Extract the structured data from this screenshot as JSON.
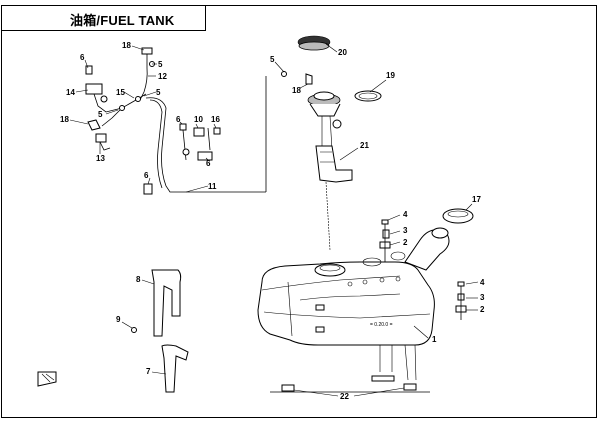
{
  "header": {
    "title": "油箱/FUEL TANK"
  },
  "callouts": [
    {
      "id": "c18a",
      "text": "18"
    },
    {
      "id": "c5a",
      "text": "5"
    },
    {
      "id": "c12",
      "text": "12"
    },
    {
      "id": "c6a",
      "text": "6"
    },
    {
      "id": "c14",
      "text": "14"
    },
    {
      "id": "c15",
      "text": "15"
    },
    {
      "id": "c5b",
      "text": "5"
    },
    {
      "id": "c5c",
      "text": "5"
    },
    {
      "id": "c18b",
      "text": "18"
    },
    {
      "id": "c13",
      "text": "13"
    },
    {
      "id": "c10",
      "text": "10"
    },
    {
      "id": "c16",
      "text": "16"
    },
    {
      "id": "c6b",
      "text": "6"
    },
    {
      "id": "c6c",
      "text": "6"
    },
    {
      "id": "c6d",
      "text": "6"
    },
    {
      "id": "c11",
      "text": "11"
    },
    {
      "id": "c5d",
      "text": "5"
    },
    {
      "id": "c20",
      "text": "20"
    },
    {
      "id": "c18c",
      "text": "18"
    },
    {
      "id": "c19",
      "text": "19"
    },
    {
      "id": "c21",
      "text": "21"
    },
    {
      "id": "c17",
      "text": "17"
    },
    {
      "id": "c4a",
      "text": "4"
    },
    {
      "id": "c3a",
      "text": "3"
    },
    {
      "id": "c2a",
      "text": "2"
    },
    {
      "id": "c4b",
      "text": "4"
    },
    {
      "id": "c3b",
      "text": "3"
    },
    {
      "id": "c2b",
      "text": "2"
    },
    {
      "id": "c1",
      "text": "1"
    },
    {
      "id": "c8",
      "text": "8"
    },
    {
      "id": "c9",
      "text": "9"
    },
    {
      "id": "c7",
      "text": "7"
    },
    {
      "id": "c22",
      "text": "22"
    }
  ]
}
